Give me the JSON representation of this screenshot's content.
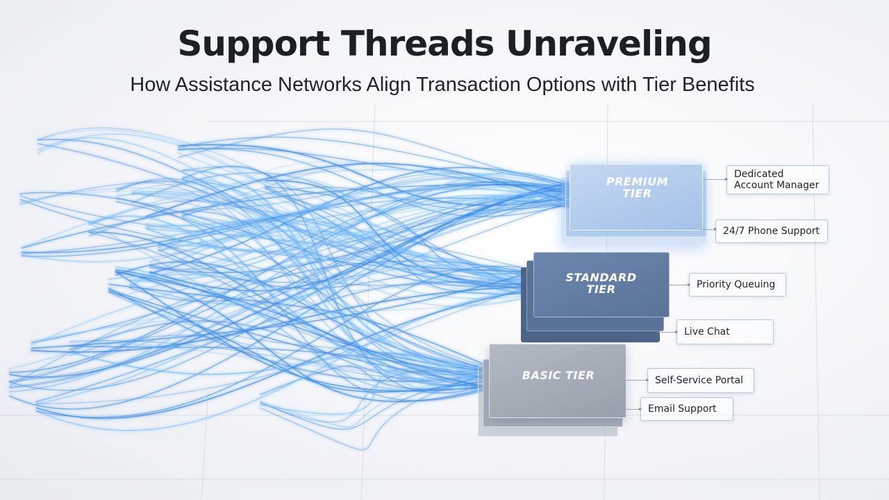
{
  "header": {
    "title": "Support Threads Unraveling",
    "subtitle": "How Assistance Networks Align Transaction Options with Tier Benefits"
  },
  "tiers": [
    {
      "label": "PREMIUM\nTIER",
      "color": "#a9c6ea",
      "benefits": [
        "Dedicated\nAccount Manager",
        "24/7 Phone Support"
      ]
    },
    {
      "label": "STANDARD\nTIER",
      "color": "#5c7599",
      "benefits": [
        "Priority Queuing",
        "Live Chat"
      ]
    },
    {
      "label": "BASIC TIER",
      "color": "#9aa2ae",
      "benefits": [
        "Self-Service Portal",
        "Email Support"
      ]
    }
  ],
  "colors": {
    "thread": "#3d8ee8",
    "thread_glow": "#7fc3ff",
    "grid": "#d9dee5"
  }
}
